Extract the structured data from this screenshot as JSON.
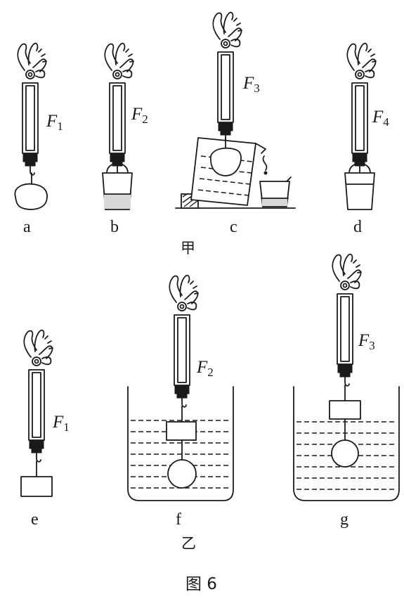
{
  "figure": {
    "caption": "图 6",
    "group_top_label": "甲",
    "group_bottom_label": "乙"
  },
  "panels": [
    {
      "id": "a",
      "label": "a",
      "force": "F",
      "sub": "1"
    },
    {
      "id": "b",
      "label": "b",
      "force": "F",
      "sub": "2"
    },
    {
      "id": "c",
      "label": "c",
      "force": "F",
      "sub": "3"
    },
    {
      "id": "d",
      "label": "d",
      "force": "F",
      "sub": "4"
    },
    {
      "id": "e",
      "label": "e",
      "force": "F",
      "sub": "1"
    },
    {
      "id": "f",
      "label": "f",
      "force": "F",
      "sub": "2"
    },
    {
      "id": "g",
      "label": "g",
      "force": "F",
      "sub": "3"
    }
  ]
}
